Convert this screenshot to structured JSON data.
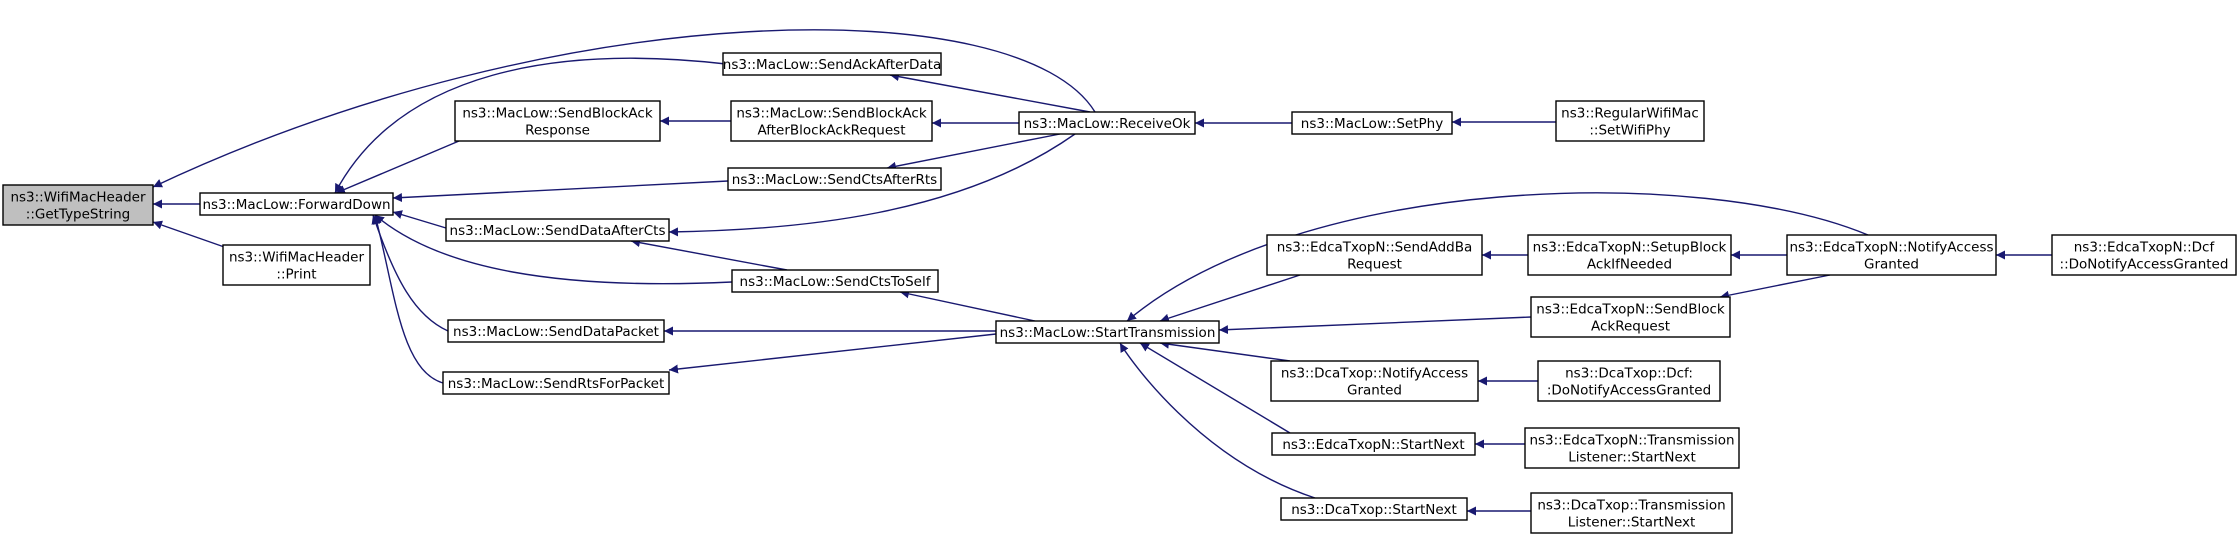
{
  "diagram": {
    "colors": {
      "edge": "#191970",
      "root_fill": "#bfbfbf",
      "node_fill": "#ffffff",
      "node_border": "#000000"
    },
    "nodes": [
      {
        "id": "root",
        "lines": [
          "ns3::WifiMacHeader",
          "::GetTypeString"
        ]
      },
      {
        "id": "fwd",
        "lines": [
          "ns3::MacLow::ForwardDown"
        ]
      },
      {
        "id": "print",
        "lines": [
          "ns3::WifiMacHeader",
          "::Print"
        ]
      },
      {
        "id": "sbar",
        "lines": [
          "ns3::MacLow::SendBlockAck",
          "Response"
        ]
      },
      {
        "id": "sdac",
        "lines": [
          "ns3::MacLow::SendDataAfterCts"
        ]
      },
      {
        "id": "sdp",
        "lines": [
          "ns3::MacLow::SendDataPacket"
        ]
      },
      {
        "id": "srfp",
        "lines": [
          "ns3::MacLow::SendRtsForPacket"
        ]
      },
      {
        "id": "saad",
        "lines": [
          "ns3::MacLow::SendAckAfterData"
        ]
      },
      {
        "id": "sbaabar",
        "lines": [
          "ns3::MacLow::SendBlockAck",
          "AfterBlockAckRequest"
        ]
      },
      {
        "id": "scar",
        "lines": [
          "ns3::MacLow::SendCtsAfterRts"
        ]
      },
      {
        "id": "scts",
        "lines": [
          "ns3::MacLow::SendCtsToSelf"
        ]
      },
      {
        "id": "rok",
        "lines": [
          "ns3::MacLow::ReceiveOk"
        ]
      },
      {
        "id": "stx",
        "lines": [
          "ns3::MacLow::StartTransmission"
        ]
      },
      {
        "id": "setphy",
        "lines": [
          "ns3::MacLow::SetPhy"
        ]
      },
      {
        "id": "rwm",
        "lines": [
          "ns3::RegularWifiMac",
          "::SetWifiPhy"
        ]
      },
      {
        "id": "esaddba",
        "lines": [
          "ns3::EdcaTxopN::SendAddBa",
          "Request"
        ]
      },
      {
        "id": "dtna",
        "lines": [
          "ns3::DcaTxop::NotifyAccess",
          "Granted"
        ]
      },
      {
        "id": "esn",
        "lines": [
          "ns3::EdcaTxopN::StartNext"
        ]
      },
      {
        "id": "dsn",
        "lines": [
          "ns3::DcaTxop::StartNext"
        ]
      },
      {
        "id": "esbaifn",
        "lines": [
          "ns3::EdcaTxopN::SetupBlock",
          "AckIfNeeded"
        ]
      },
      {
        "id": "esbar",
        "lines": [
          "ns3::EdcaTxopN::SendBlock",
          "AckRequest"
        ]
      },
      {
        "id": "ddnag",
        "lines": [
          "ns3::DcaTxop::Dcf:",
          ":DoNotifyAccessGranted"
        ]
      },
      {
        "id": "etlsn",
        "lines": [
          "ns3::EdcaTxopN::Transmission",
          "Listener::StartNext"
        ]
      },
      {
        "id": "dtlsn",
        "lines": [
          "ns3::DcaTxop::Transmission",
          "Listener::StartNext"
        ]
      },
      {
        "id": "ena",
        "lines": [
          "ns3::EdcaTxopN::NotifyAccess",
          "Granted"
        ]
      },
      {
        "id": "edna",
        "lines": [
          "ns3::EdcaTxopN::Dcf",
          "::DoNotifyAccessGranted"
        ]
      }
    ],
    "edges": [
      {
        "from": "fwd",
        "to": "root"
      },
      {
        "from": "print",
        "to": "root"
      },
      {
        "from": "rok",
        "to": "root"
      },
      {
        "from": "saad",
        "to": "fwd"
      },
      {
        "from": "sbar",
        "to": "fwd"
      },
      {
        "from": "scar",
        "to": "fwd"
      },
      {
        "from": "sdac",
        "to": "fwd"
      },
      {
        "from": "scts",
        "to": "fwd"
      },
      {
        "from": "sdp",
        "to": "fwd"
      },
      {
        "from": "srfp",
        "to": "fwd"
      },
      {
        "from": "sbaabar",
        "to": "sbar"
      },
      {
        "from": "rok",
        "to": "saad"
      },
      {
        "from": "rok",
        "to": "sbaabar"
      },
      {
        "from": "rok",
        "to": "scar"
      },
      {
        "from": "rok",
        "to": "sdac"
      },
      {
        "from": "scts",
        "to": "sdac"
      },
      {
        "from": "stx",
        "to": "scts"
      },
      {
        "from": "stx",
        "to": "sdp"
      },
      {
        "from": "stx",
        "to": "srfp"
      },
      {
        "from": "setphy",
        "to": "rok"
      },
      {
        "from": "rwm",
        "to": "setphy"
      },
      {
        "from": "ena",
        "to": "stx"
      },
      {
        "from": "esaddba",
        "to": "stx"
      },
      {
        "from": "esbar",
        "to": "stx"
      },
      {
        "from": "dtna",
        "to": "stx"
      },
      {
        "from": "esn",
        "to": "stx"
      },
      {
        "from": "dsn",
        "to": "stx"
      },
      {
        "from": "esbaifn",
        "to": "esaddba"
      },
      {
        "from": "ena",
        "to": "esbaifn"
      },
      {
        "from": "ena",
        "to": "esbar"
      },
      {
        "from": "edna",
        "to": "ena"
      },
      {
        "from": "ddnag",
        "to": "dtna"
      },
      {
        "from": "etlsn",
        "to": "esn"
      },
      {
        "from": "dtlsn",
        "to": "dsn"
      }
    ]
  }
}
